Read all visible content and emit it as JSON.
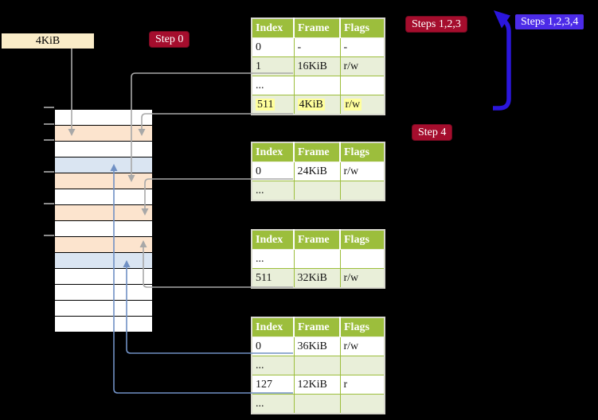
{
  "diagram": {
    "page_size_label": "4KiB",
    "badges": {
      "step0": "Step 0",
      "steps_123": "Steps 1,2,3",
      "steps_1234": "Steps 1,2,3,4",
      "step4": "Step 4"
    }
  },
  "page_tables": [
    {
      "headers": [
        "Index",
        "Frame",
        "Flags"
      ],
      "rows": [
        {
          "cells": [
            "0",
            "-",
            "-"
          ]
        },
        {
          "cells": [
            "1",
            "16KiB",
            "r/w"
          ]
        },
        {
          "cells": [
            "...",
            "",
            ""
          ]
        },
        {
          "cells": [
            "511",
            "4KiB",
            "r/w"
          ],
          "highlighted": true
        }
      ]
    },
    {
      "headers": [
        "Index",
        "Frame",
        "Flags"
      ],
      "rows": [
        {
          "cells": [
            "0",
            "24KiB",
            "r/w"
          ]
        },
        {
          "cells": [
            "...",
            "",
            ""
          ]
        }
      ]
    },
    {
      "headers": [
        "Index",
        "Frame",
        "Flags"
      ],
      "rows": [
        {
          "cells": [
            "...",
            "",
            ""
          ]
        },
        {
          "cells": [
            "511",
            "32KiB",
            "r/w"
          ]
        }
      ]
    },
    {
      "headers": [
        "Index",
        "Frame",
        "Flags"
      ],
      "rows": [
        {
          "cells": [
            "0",
            "36KiB",
            "r/w"
          ]
        },
        {
          "cells": [
            "...",
            "",
            ""
          ]
        },
        {
          "cells": [
            "127",
            "12KiB",
            "r"
          ]
        },
        {
          "cells": [
            "...",
            "",
            ""
          ]
        }
      ]
    }
  ],
  "memory_column": {
    "row_colors": [
      "white",
      "peach",
      "white",
      "blue",
      "peach",
      "white",
      "peach",
      "white",
      "peach",
      "blue",
      "white",
      "white",
      "white",
      "white"
    ]
  },
  "colors": {
    "background": "#000000",
    "table_header_green": "#9CBE3C",
    "table_row_green": "#E9EFD9",
    "highlight_yellow": "#FFFF9C",
    "badge_red": "#A50D2D",
    "badge_blue": "#4C2BE8",
    "big_arrow_blue": "#2B16DC",
    "connector_gray": "#A8A8A8",
    "connector_blue": "#7090C4",
    "memory_peach": "#FCE4CE",
    "memory_blue": "#DAE5F2",
    "label_cream": "#FAECC8"
  }
}
